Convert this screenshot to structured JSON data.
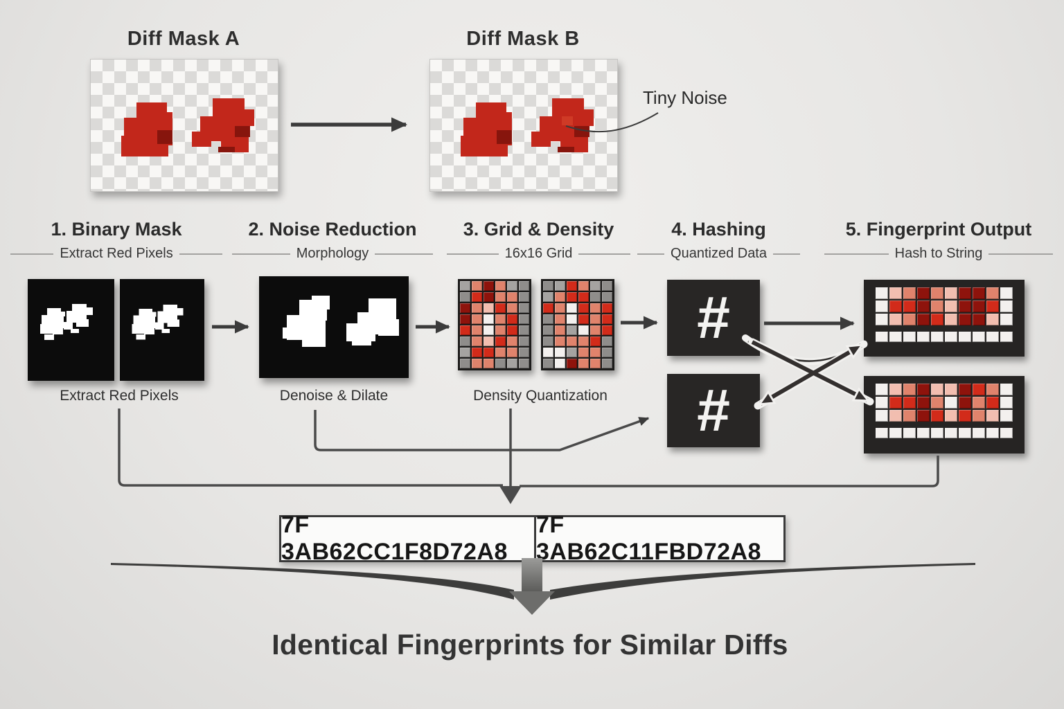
{
  "colors": {
    "background": "#e8e7e5",
    "ink": "#2c2c2c",
    "accent_red": "#c2271b",
    "accent_red_dark": "#87150d",
    "panel_dark": "#262423",
    "connector": "#454545",
    "checker_light": "#f8f7f5",
    "checker_dark": "#dbdad8"
  },
  "top": {
    "mask_a_title": "Diff Mask A",
    "mask_b_title": "Diff Mask B",
    "noise_label": "Tiny Noise"
  },
  "stages": [
    {
      "title": "1. Binary Mask",
      "subtitle": "Extract Red Pixels",
      "caption": "Extract Red Pixels"
    },
    {
      "title": "2. Noise Reduction",
      "subtitle": "Morphology",
      "caption": "Denoise & Dilate"
    },
    {
      "title": "3. Grid & Density",
      "subtitle": "16x16 Grid",
      "caption": "Density Quantization"
    },
    {
      "title": "4. Hashing",
      "subtitle": "Quantized Data",
      "caption": ""
    },
    {
      "title": "5. Fingerprint Output",
      "subtitle": "Hash to String",
      "caption": ""
    }
  ],
  "hashing": {
    "symbol": "#"
  },
  "palette": {
    "w": "#f3f0ee",
    "S": "#f2beb0",
    "s": "#e0836c",
    "r": "#d22b1a",
    "R": "#8e130c",
    "g": "#8f8d8b",
    "G": "#a5a3a1",
    "k": "#2e2c2b"
  },
  "grids": {
    "grid_a": [
      "GsRsGg",
      "grRssg",
      "RsSrsg",
      "Rswsrg",
      "rswsrg",
      "gsSrsg",
      "Grrssg",
      "gssgGg"
    ],
    "grid_b": [
      "gGrsGg",
      "Gsrrgg",
      "rswrsr",
      "gswrsr",
      "gsGwsr",
      "gsssrg",
      "wwGssg",
      "gwRssg"
    ],
    "fp_top": [
      "wSsRsSRRsw",
      "wrrRsSRRrw",
      "wSsRrSRRSw",
      "wwwwwwwwww"
    ],
    "fp_bottom": [
      "wSsRSSRrsw",
      "wrrRswRsrw",
      "wSsRrSrsSw",
      "wwwwwwwwww"
    ]
  },
  "output": {
    "hash_left": "7F 3AB62CC1F8D72A8",
    "hash_right": "7F 3AB62C11FBD72A8"
  },
  "footer": {
    "title": "Identical Fingerprints for Similar Diffs"
  }
}
